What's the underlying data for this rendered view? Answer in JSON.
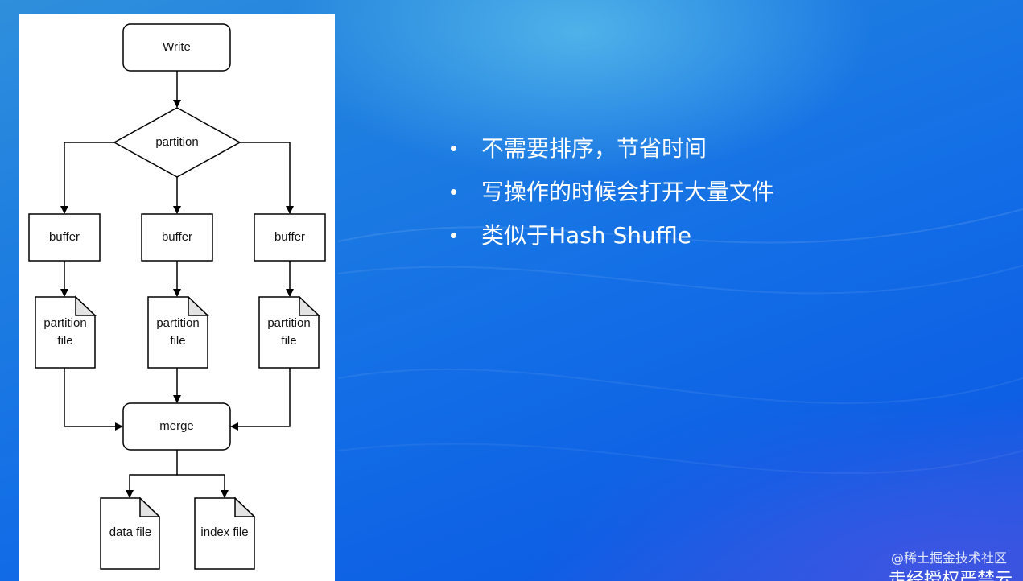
{
  "diagram": {
    "nodes": {
      "write": "Write",
      "partition": "partition",
      "buffer_1": "buffer",
      "buffer_2": "buffer",
      "buffer_3": "buffer",
      "partition_file_1": "partition file",
      "partition_file_2": "partition file",
      "partition_file_3": "partition file",
      "merge": "merge",
      "data_file": "data file",
      "index_file": "index file"
    }
  },
  "bullets": [
    "不需要排序，节省时间",
    "写操作的时候会打开大量文件",
    "类似于Hash Shuffle"
  ],
  "credit": "@稀土掘金技术社区",
  "caption": "走经授权严禁云"
}
